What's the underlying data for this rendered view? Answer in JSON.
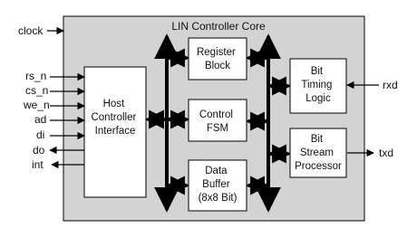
{
  "diagram": {
    "title": "LIN Controller Core",
    "colors": {
      "core_fill": "#d3d3d3",
      "block_fill": "#ffffff",
      "stroke": "#000000",
      "text": "#111111"
    },
    "external_signals": {
      "clock": "clock",
      "rs_n": "rs_n",
      "cs_n": "cs_n",
      "we_n": "we_n",
      "ad": "ad",
      "di": "di",
      "do": "do",
      "int": "int",
      "rxd": "rxd",
      "txd": "txd"
    },
    "blocks": {
      "host_controller_interface": [
        "Host",
        "Controller",
        "Interface"
      ],
      "register_block": [
        "Register",
        "Block"
      ],
      "control_fsm": [
        "Control",
        "FSM"
      ],
      "data_buffer": [
        "Data",
        "Buffer",
        "(8x8 Bit)"
      ],
      "bit_timing_logic": [
        "Bit",
        "Timing",
        "Logic"
      ],
      "bit_stream_processor": [
        "Bit",
        "Stream",
        "Processor"
      ]
    }
  }
}
